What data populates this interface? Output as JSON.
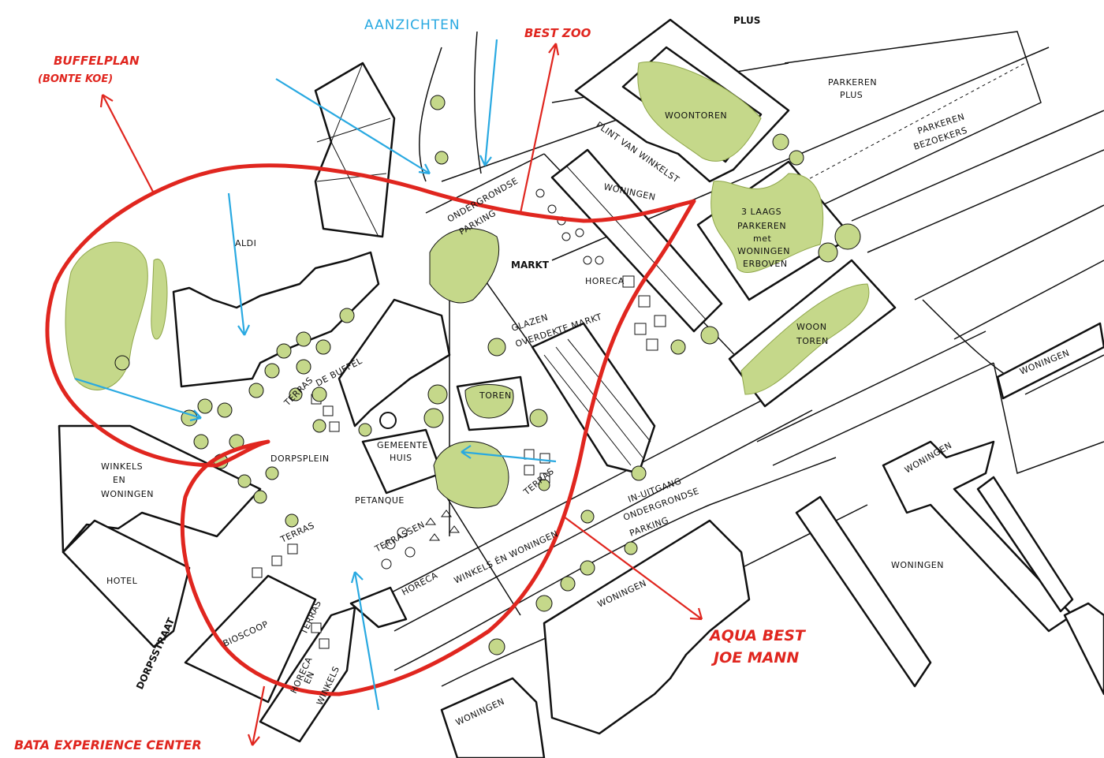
{
  "colors": {
    "route": "#e0261f",
    "view_arrows": "#29a9e1",
    "greenery": "#c5d88a",
    "lines": "#111111"
  },
  "titles": {
    "aanzichten": "AANZICHTEN",
    "plus": "PLUS"
  },
  "destinations": {
    "buffelplan": "BUFFELPLAN",
    "buffelplan_sub": "(BONTE KOE)",
    "best_zoo": "BEST ZOO",
    "aqua_best": "AQUA BEST",
    "joe_mann": "JOE MANN",
    "bata": "BATA EXPERIENCE CENTER"
  },
  "labels": {
    "parkeren_plus_1": "PARKEREN",
    "parkeren_plus_2": "PLUS",
    "parkeren_bezoekers_1": "PARKEREN",
    "parkeren_bezoekers_2": "BEZOEKERS",
    "woontoren": "WOONTOREN",
    "plint": "PLINT VAN WINKELST",
    "woningen_top": "WONINGEN",
    "parkeren3_1": "3 LAAGS",
    "parkeren3_2": "PARKEREN",
    "parkeren3_3": "met",
    "parkeren3_4": "WONINGEN",
    "parkeren3_5": "ERBOVEN",
    "ondergrondse_1": "ONDERGRONDSE",
    "ondergrondse_2": "PARKING",
    "aldi": "ALDI",
    "markt": "MARKT",
    "horeca_top": "HORECA",
    "glazen_1": "GLAZEN",
    "glazen_2": "OVERDEKTE MARKT",
    "woon_toren_1": "WOON",
    "woon_toren_2": "TOREN",
    "woningen_right": "WONINGEN",
    "de_buffel": "DE BUFFEL",
    "terras_1": "TERRAS",
    "toren": "TOREN",
    "gemeente_1": "GEMEENTE",
    "gemeente_2": "HUIS",
    "dorpsplein": "DORPSPLEIN",
    "winkels_1": "WINKELS",
    "winkels_2": "EN",
    "winkels_3": "WONINGEN",
    "petanque": "PETANQUE",
    "terrassen": "TERRASSEN",
    "terras_2": "TERRAS",
    "in_uitgang_1": "IN-UITGANG",
    "in_uitgang_2": "ONDERGRONDSE",
    "in_uitgang_3": "PARKING",
    "winkels_en_woningen": "WINKELS ÉN WONINGEN",
    "horeca_bottom": "HORECA",
    "terras_3": "TERRAS",
    "terras_4": "TERRAS",
    "hotel": "HOTEL",
    "bioscoop": "BIOSCOOP",
    "woningen_mid": "WONINGEN",
    "woningen_block": "WONINGEN",
    "woningen_far": "WONINGEN",
    "woningen_bottom": "WONINGEN",
    "dorpsstraat": "DORPSSTRAAT",
    "horeca_winkels_1": "HORECA",
    "horeca_winkels_2": "EN",
    "horeca_winkels_3": "WINKELS"
  }
}
